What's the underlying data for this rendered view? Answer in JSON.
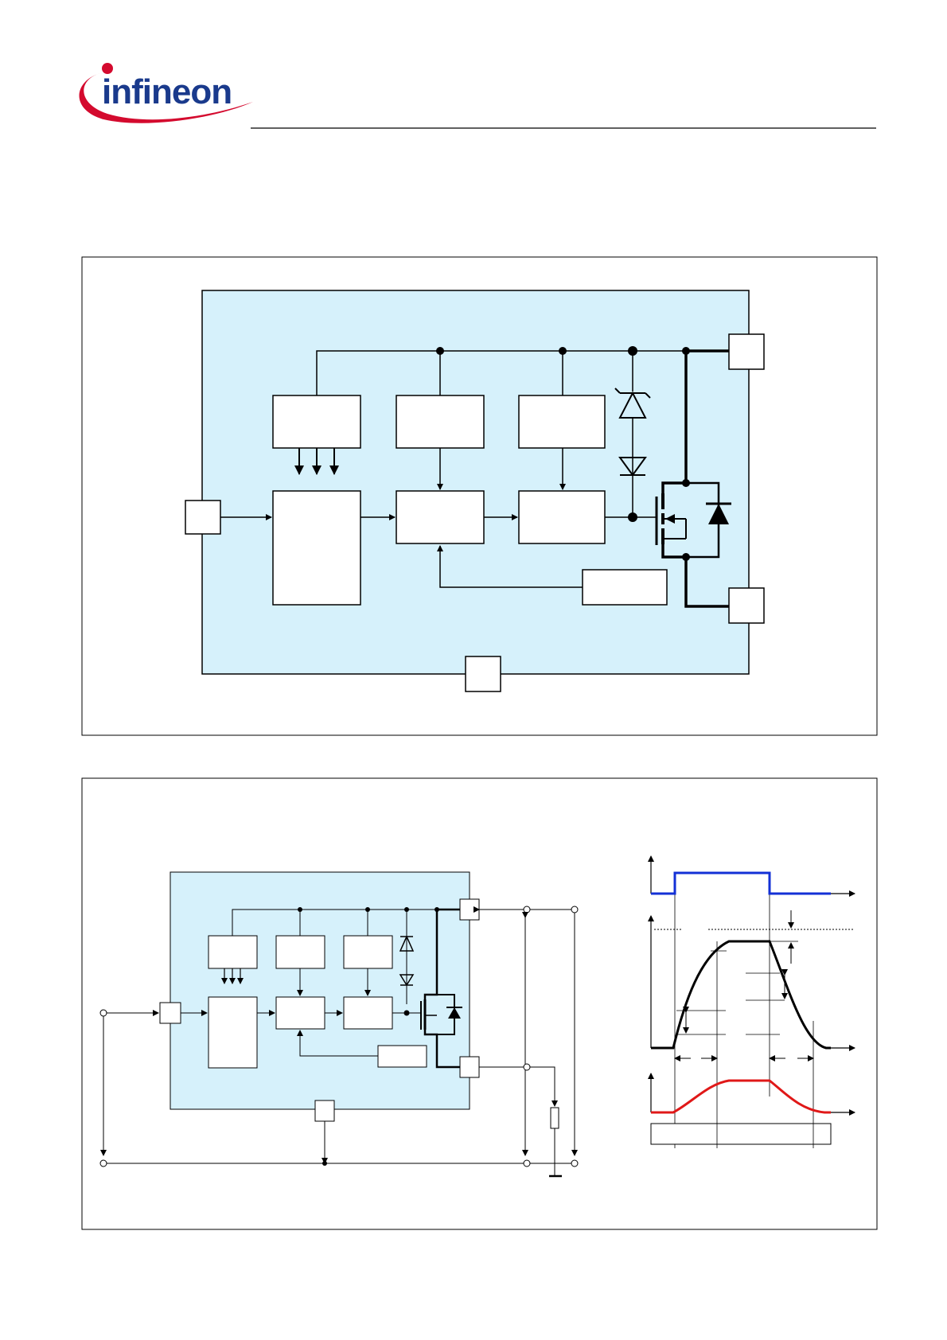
{
  "header": {
    "logo": {
      "text": "infineon",
      "icon": "infineon-logo-swoosh",
      "brand_color": "#d40a2e",
      "text_color": "#1a3a8c"
    }
  },
  "figures": [
    {
      "id": "block-diagram",
      "labels": []
    },
    {
      "id": "application-and-timing-diagram",
      "labels": []
    }
  ],
  "colors": {
    "chip_fill": "#d6f1fb",
    "input_signal": "#1330d6",
    "power_curve": "#e01818",
    "line": "#000000"
  }
}
